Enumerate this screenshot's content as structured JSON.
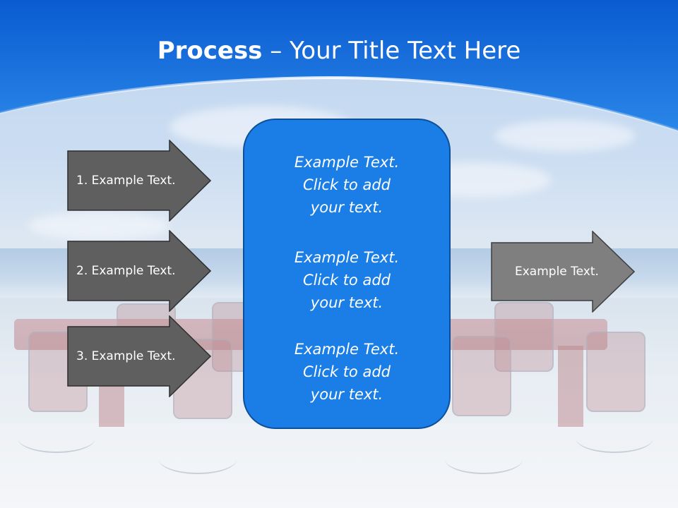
{
  "slide": {
    "title_bold": "Process",
    "title_rest": " – Your Title Text Here"
  },
  "left_arrows": [
    {
      "label": "1. Example Text."
    },
    {
      "label": "2. Example Text."
    },
    {
      "label": "3. Example Text."
    }
  ],
  "center_box": {
    "blocks": [
      {
        "lines": [
          "Example Text.",
          "Click  to add",
          "your text."
        ]
      },
      {
        "lines": [
          "Example Text.",
          "Click  to add",
          "your text."
        ]
      },
      {
        "lines": [
          "Example Text.",
          "Click  to add",
          "your text."
        ]
      }
    ]
  },
  "right_arrow": {
    "label": "Example Text."
  },
  "colors": {
    "header_blue": "#1565d8",
    "center_box": "#1a7ee6",
    "left_arrow_fill": "#5f5f5f",
    "right_arrow_fill": "#7f7f7f"
  }
}
